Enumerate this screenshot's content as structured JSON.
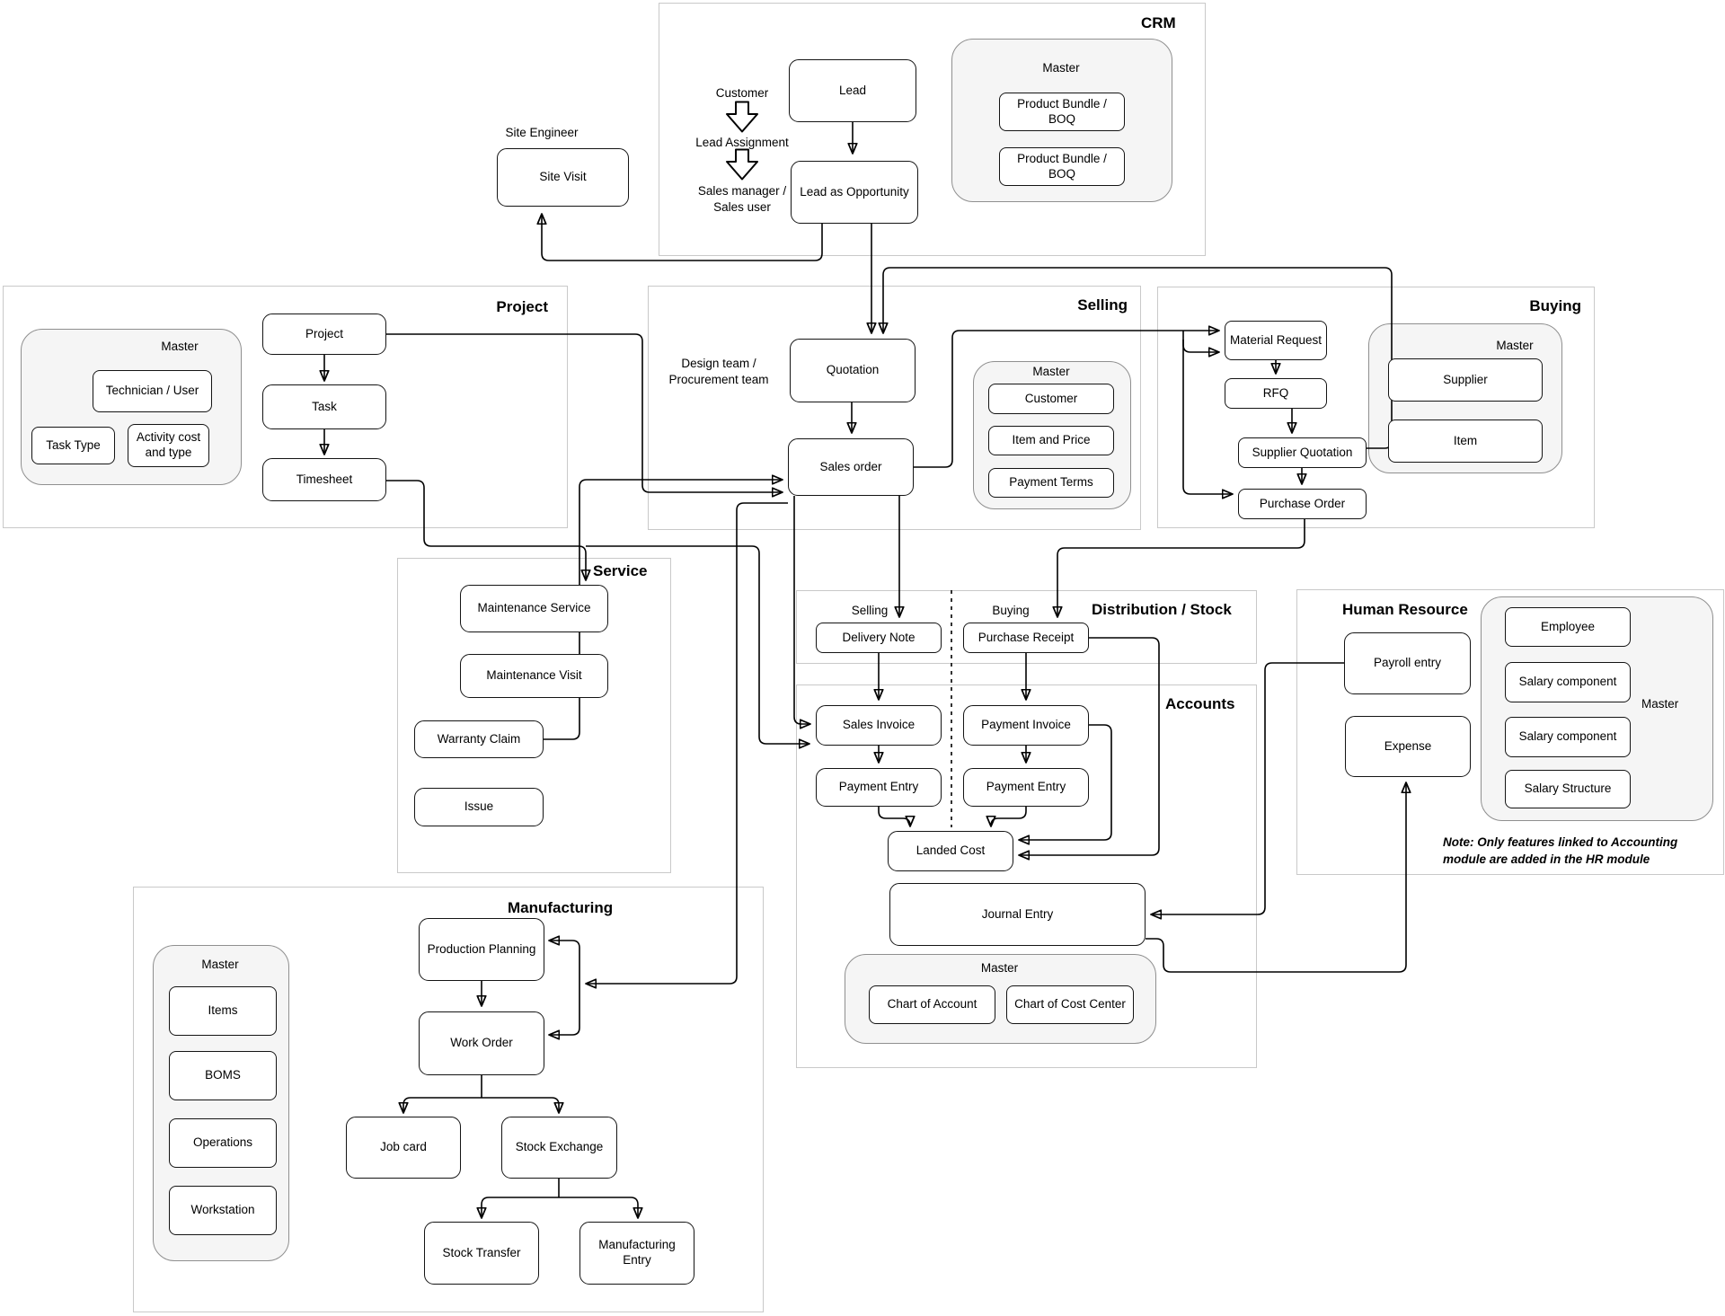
{
  "sections": {
    "crm": {
      "label": "CRM"
    },
    "project": {
      "label": "Project"
    },
    "selling": {
      "label": "Selling"
    },
    "buying": {
      "label": "Buying"
    },
    "service": {
      "label": "Service"
    },
    "distribution": {
      "label": "Distribution / Stock",
      "selling_lane": "Selling",
      "buying_lane": "Buying"
    },
    "accounts": {
      "label": "Accounts"
    },
    "hr": {
      "label": "Human Resource",
      "note": "Note: Only features linked to Accounting\nmodule are added in the HR module"
    },
    "manufacturing": {
      "label": "Manufacturing"
    }
  },
  "masters": {
    "crm": {
      "label": "Master",
      "items": [
        "Product Bundle /\nBOQ",
        "Product Bundle /\nBOQ"
      ]
    },
    "project": {
      "label": "Master",
      "items": [
        "Technician / User",
        "Task Type",
        "Activity cost\nand type"
      ]
    },
    "selling": {
      "label": "Master",
      "items": [
        "Customer",
        "Item and Price",
        "Payment Terms"
      ]
    },
    "buying": {
      "label": "Master",
      "items": [
        "Supplier",
        "Item"
      ]
    },
    "accounts": {
      "label": "Master",
      "items": [
        "Chart of Account",
        "Chart of Cost Center"
      ]
    },
    "hr": {
      "label": "Master",
      "items": [
        "Employee",
        "Salary component",
        "Salary component",
        "Salary Structure"
      ]
    },
    "manufacturing": {
      "label": "Master",
      "items": [
        "Items",
        "BOMS",
        "Operations",
        "Workstation"
      ]
    }
  },
  "nodes": {
    "lead": "Lead",
    "lead_as_opportunity": "Lead as Opportunity",
    "site_visit": "Site Visit",
    "quotation": "Quotation",
    "sales_order": "Sales order",
    "project": "Project",
    "task": "Task",
    "timesheet": "Timesheet",
    "material_request": "Material Request",
    "rfq": "RFQ",
    "supplier_quotation": "Supplier Quotation",
    "purchase_order": "Purchase Order",
    "maintenance_service": "Maintenance Service",
    "maintenance_visit": "Maintenance Visit",
    "warranty_claim": "Warranty Claim",
    "issue": "Issue",
    "delivery_note": "Delivery Note",
    "purchase_receipt": "Purchase Receipt",
    "sales_invoice": "Sales Invoice",
    "payment_invoice": "Payment Invoice",
    "payment_entry_selling": "Payment Entry",
    "payment_entry_buying": "Payment Entry",
    "landed_cost": "Landed Cost",
    "journal_entry": "Journal Entry",
    "payroll_entry": "Payroll entry",
    "expense": "Expense",
    "production_planning": "Production Planning",
    "work_order": "Work Order",
    "job_card": "Job card",
    "stock_exchange": "Stock Exchange",
    "stock_transfer": "Stock Transfer",
    "manufacturing_entry": "Manufacturing\nEntry"
  },
  "annotations": {
    "customer": "Customer",
    "lead_assignment": "Lead Assignment",
    "sales_manager": "Sales manager /\nSales user",
    "site_engineer": "Site Engineer",
    "design_team": "Design team /\nProcurement team"
  },
  "icons": {
    "lead_assignment_flow": "hollow-down-arrow"
  },
  "colors": {
    "node_border": "#141414",
    "section_border": "#c9c9c9",
    "master_fill": "#f5f5f5",
    "master_border": "#8f8f8f",
    "connector": "#000000"
  }
}
